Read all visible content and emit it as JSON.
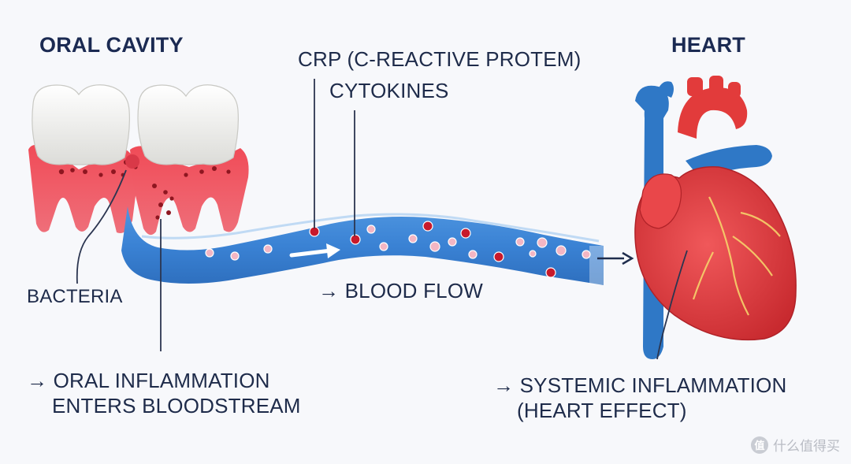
{
  "titles": {
    "oral_cavity": "ORAL CAVITY",
    "heart": "HEART"
  },
  "labels": {
    "crp": "CRP (C-REACTIVE PROTEM)",
    "cytokines": "CYTOKINES",
    "bacteria": "BACTERIA",
    "blood_flow": "→ BLOOD FLOW",
    "oral_inflammation_line1": "→ ORAL INFLAMMATION",
    "oral_inflammation_line2": "ENTERS BLOODSTREAM",
    "systemic_line1": "→ SYSTEMIC INFLAMMATION",
    "systemic_line2": "(HEART EFFECT)"
  },
  "watermark": {
    "badge": "值",
    "text": "什么值得买"
  },
  "colors": {
    "vessel": "#3d86d6",
    "vessel_light": "#7fb7ec",
    "gum": "#e8414f",
    "tooth": "#f4f4f2",
    "heart_red": "#e23b3b",
    "heart_blue": "#2f78c6",
    "crp_particle": "#c8192b",
    "cytokine_particle": "#f3b6c4",
    "leader_line": "#2b3550"
  }
}
